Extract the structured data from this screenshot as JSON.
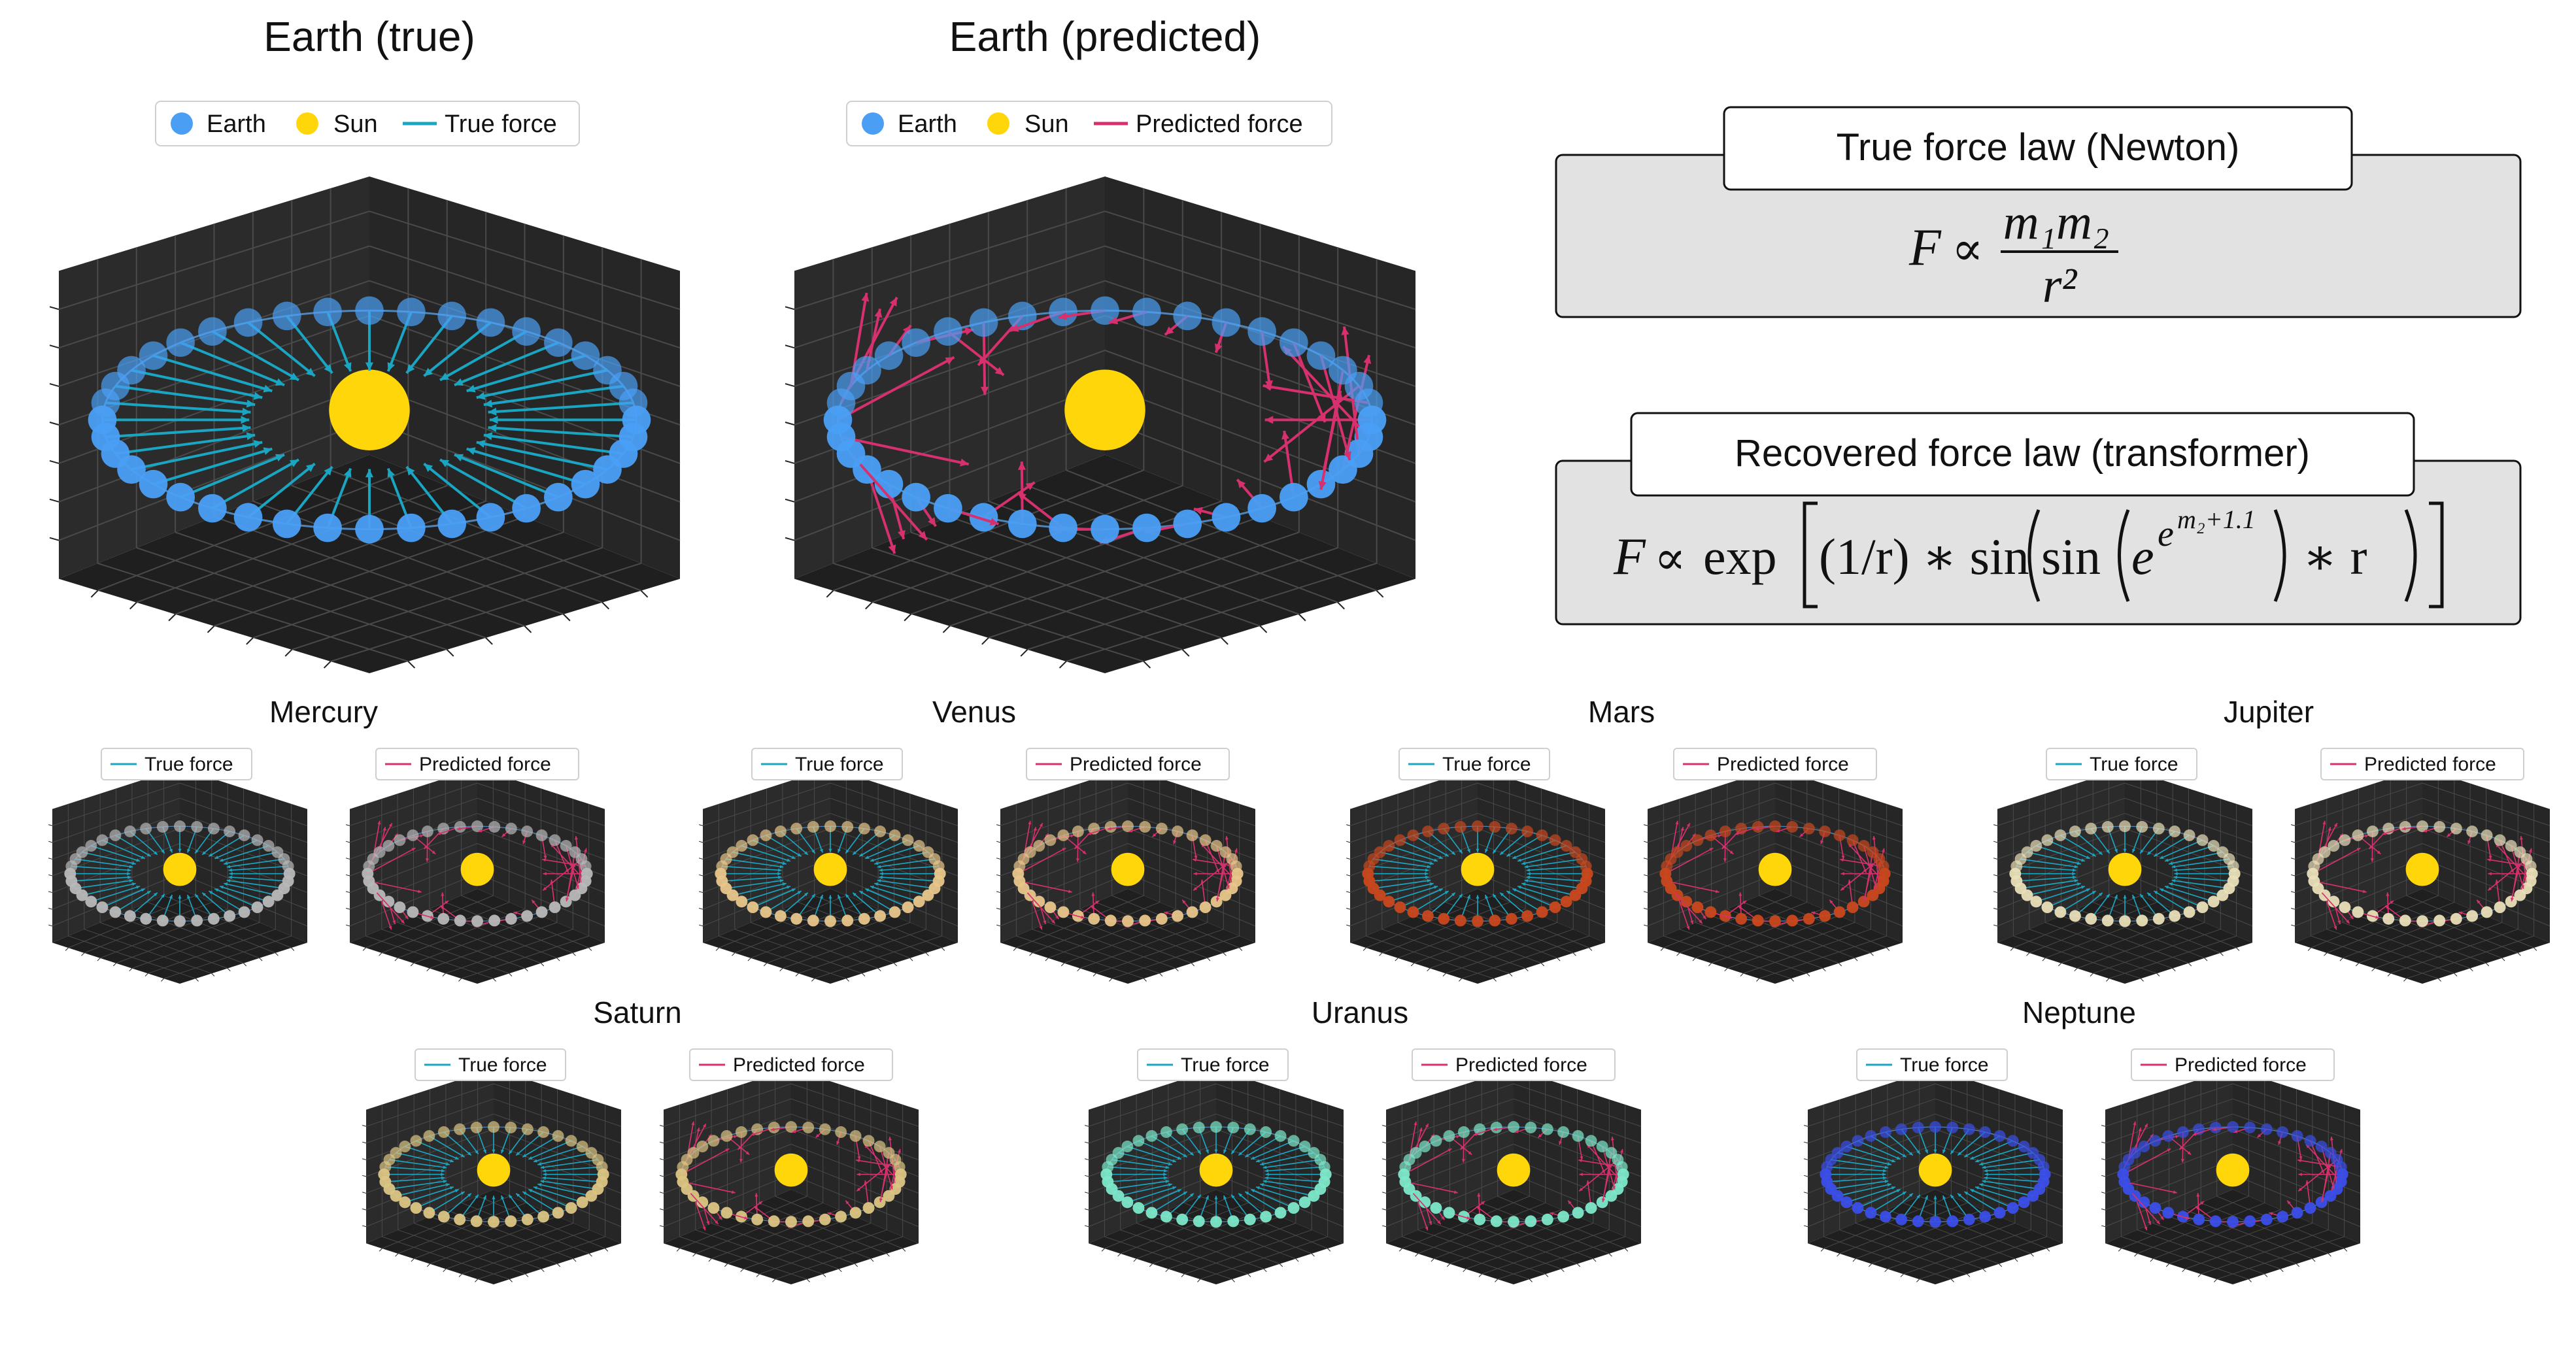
{
  "figure": {
    "main_true": {
      "title": "Earth (true)",
      "legend": [
        "Earth",
        "Sun",
        "True force"
      ]
    },
    "main_pred": {
      "title": "Earth (predicted)",
      "legend": [
        "Earth",
        "Sun",
        "Predicted force"
      ]
    },
    "true_law": {
      "label": "True force law (Newton)",
      "lhs": "F",
      "prop": "∝",
      "num": "m₁m₂",
      "den": "r²"
    },
    "recovered_law": {
      "label": "Recovered force law (transformer)",
      "lhs": "F",
      "prop": "∝",
      "exp": "exp",
      "part1": "(1/r) ∗ sin",
      "part2": "sin",
      "base": "e",
      "sup1": "e",
      "sup2": "m₂+1.1",
      "part3": "∗ r"
    },
    "small_legend_true": "True force",
    "small_legend_pred": "Predicted force",
    "planets": [
      {
        "name": "Mercury",
        "color": "#b8b8b8"
      },
      {
        "name": "Venus",
        "color": "#e8c68a"
      },
      {
        "name": "Mars",
        "color": "#c9471c"
      },
      {
        "name": "Jupiter",
        "color": "#e9dfb8"
      },
      {
        "name": "Saturn",
        "color": "#dcc583"
      },
      {
        "name": "Uranus",
        "color": "#7de8c9"
      },
      {
        "name": "Neptune",
        "color": "#3b4ee8"
      }
    ]
  },
  "colors": {
    "earth": "#4a9ff5",
    "sun": "#ffd60a",
    "true_force": "#1aa6c2",
    "pred_force": "#d6306e",
    "pane_back": "#2b2b2b",
    "pane_side": "#262626",
    "pane_floor": "#1f1f1f"
  }
}
